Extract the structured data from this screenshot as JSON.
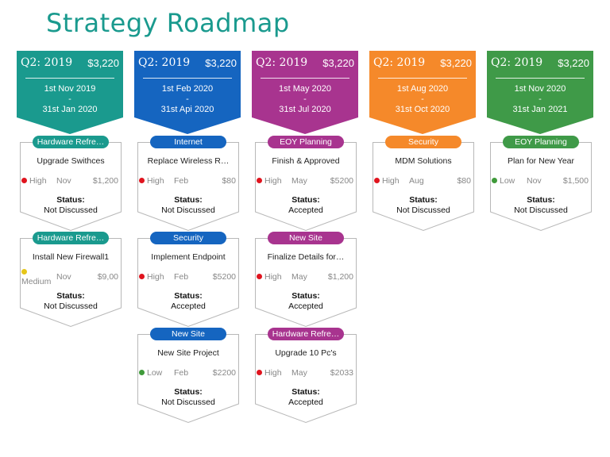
{
  "title": "Strategy Roadmap",
  "columns": [
    {
      "color": "#1a9a8e",
      "quarter": "Q2: 2019",
      "amount": "$3,220",
      "start": "1st Nov 2019",
      "sep": "-",
      "end": "31st Jan 2020",
      "cards": [
        {
          "tag": "Hardware Refre…",
          "title": "Upgrade Swithces",
          "priority": "High",
          "priority_color": "#e0141e",
          "month": "Nov",
          "amount": "$1,200",
          "status_label": "Status:",
          "status": "Not Discussed"
        },
        {
          "tag": "Hardware Refre…",
          "title": "Install New Firewall1",
          "priority": "Medium",
          "priority_color": "#e6c619",
          "month": "Nov",
          "amount": "$9,00",
          "status_label": "Status:",
          "status": "Not Discussed"
        }
      ]
    },
    {
      "color": "#1565c0",
      "quarter": "Q2: 2019",
      "amount": "$3,220",
      "start": "1st Feb 2020",
      "sep": "-",
      "end": "31st Api 2020",
      "cards": [
        {
          "tag": "Internet",
          "title": "Replace Wireless R…",
          "priority": "High",
          "priority_color": "#e0141e",
          "month": "Feb",
          "amount": "$80",
          "status_label": "Status:",
          "status": "Not Discussed"
        },
        {
          "tag": "Security",
          "title": "Implement Endpoint",
          "priority": "High",
          "priority_color": "#e0141e",
          "month": "Feb",
          "amount": "$5200",
          "status_label": "Status:",
          "status": "Accepted"
        },
        {
          "tag": "New Site",
          "title": "New Site Project",
          "priority": "Low",
          "priority_color": "#3f9a3a",
          "month": "Feb",
          "amount": "$2200",
          "status_label": "Status:",
          "status": "Not Discussed"
        }
      ]
    },
    {
      "color": "#a8348f",
      "quarter": "Q2: 2019",
      "amount": "$3,220",
      "start": "1st May 2020",
      "sep": "-",
      "end": "31st Jul 2020",
      "cards": [
        {
          "tag": "EOY Planning",
          "title": "Finish & Approved",
          "priority": "High",
          "priority_color": "#e0141e",
          "month": "May",
          "amount": "$5200",
          "status_label": "Status:",
          "status": "Accepted"
        },
        {
          "tag": "New Site",
          "title": "Finalize Details for…",
          "priority": "High",
          "priority_color": "#e0141e",
          "month": "May",
          "amount": "$1,200",
          "status_label": "Status:",
          "status": "Accepted"
        },
        {
          "tag": "Hardware Refre…",
          "title": "Upgrade 10 Pc's",
          "priority": "High",
          "priority_color": "#e0141e",
          "month": "May",
          "amount": "$2033",
          "status_label": "Status:",
          "status": "Accepted"
        }
      ]
    },
    {
      "color": "#f5892a",
      "quarter": "Q2: 2019",
      "amount": "$3,220",
      "start": "1st Aug 2020",
      "sep": "-",
      "end": "31st Oct 2020",
      "cards": [
        {
          "tag": "Security",
          "title": "MDM Solutions",
          "priority": "High",
          "priority_color": "#e0141e",
          "month": "Aug",
          "amount": "$80",
          "status_label": "Status:",
          "status": "Not Discussed"
        }
      ]
    },
    {
      "color": "#3f9a48",
      "quarter": "Q2: 2019",
      "amount": "$3,220",
      "start": "1st Nov 2020",
      "sep": "-",
      "end": "31st Jan 2021",
      "cards": [
        {
          "tag": "EOY Planning",
          "title": "Plan for New Year",
          "priority": "Low",
          "priority_color": "#3f9a3a",
          "month": "Nov",
          "amount": "$1,500",
          "status_label": "Status:",
          "status": "Not Discussed"
        }
      ]
    }
  ]
}
